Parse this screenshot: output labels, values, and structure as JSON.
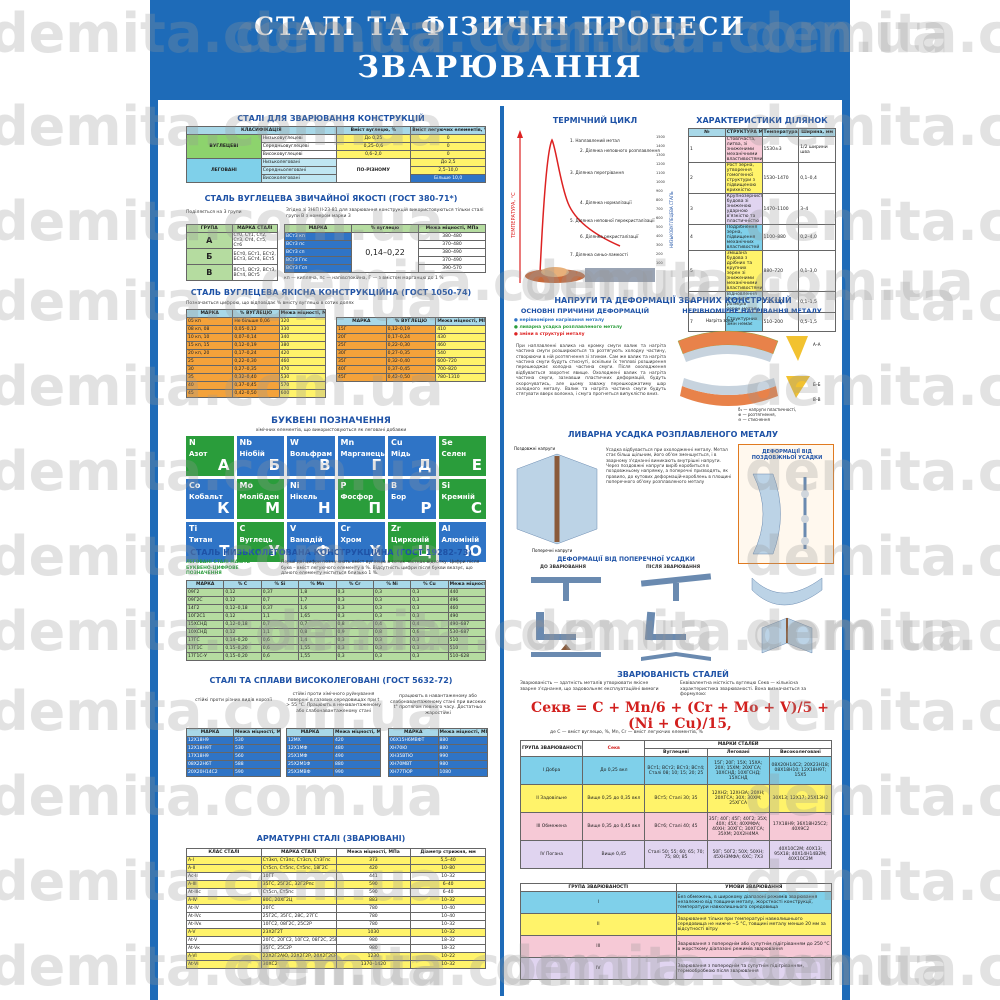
{
  "watermark": "demita.com.ua",
  "title": {
    "line1": "СТАЛІ ТА ФІЗИЧНІ ПРОЦЕСИ",
    "line2": "ЗВАРЮВАННЯ"
  },
  "left": {
    "s1": {
      "title": "СТАЛІ ДЛЯ ЗВАРЮВАННЯ КОНСТРУКЦІЙ",
      "headers": [
        "КЛАСИФІКАЦІЯ",
        "Вміст вуглецю, %",
        "Вміст легуючих елементів, %"
      ],
      "group1": "ВУГЛЕЦЕВІ",
      "group2": "ЛЕГОВАНІ",
      "rows": [
        [
          "Низьковуглецеві",
          "До 0,25",
          "0"
        ],
        [
          "Середньовуглецеві",
          "0,25–0,6",
          "0"
        ],
        [
          "Високовуглецеві",
          "0,6–2,0",
          "0"
        ],
        [
          "Низьколеговані",
          "ПО-РІЗНОМУ",
          "До 2,5"
        ],
        [
          "Середньолеговані",
          "",
          "2,5–10,0"
        ],
        [
          "Високолеговані",
          "",
          "Більше 10,0"
        ]
      ]
    },
    "s2": {
      "title": "СТАЛЬ ВУГЛЕЦЕВА ЗВИЧАЙНОЇ ЯКОСТІ (ГОСТ 380-71*)",
      "note_left": "Поділяється на 3 групи",
      "note_right": "Згідно зі ЗНіП ІІ-23-81 для зварювання конструкцій використовуються тільки сталі групи В з номером марки 3",
      "h1": [
        "ГРУПА",
        "МАРКА СТАЛІ"
      ],
      "g": [
        [
          "А",
          "Ст0, Ст1, Ст2, Ст3, Ст4, Ст5, Ст6"
        ],
        [
          "Б",
          "БСт0, БСт1, БСт2, БСт3, БСт4, БСт5"
        ],
        [
          "В",
          "ВСт1, ВСт2, ВСт3, ВСт4, ВСт5"
        ]
      ],
      "h2": [
        "МАРКА",
        "% вуглецю",
        "Межа міцності, МПа"
      ],
      "marks": [
        "ВСт3 кп",
        "ВСт3 пс",
        "ВСт3 сп",
        "ВСт3 Гпс",
        "ВСт3 Гсп"
      ],
      "carbon": "0,14–0,22",
      "strength": [
        "380–480",
        "370–480",
        "380–490",
        "370–490",
        "390–570"
      ],
      "footnote": "кп — кипляча, пс — напівспокійна, Г — з вмістом марганцю до 1 %"
    },
    "s3": {
      "title": "СТАЛЬ ВУГЛЕЦЕВА ЯКІСНА КОНСТРУКЦІЙНА (ГОСТ 1050-74)",
      "note": "Позначається цифрою, що відповідає % вмісту вуглецю в сотих долях",
      "headers": [
        "МАРКА",
        "% ВУГЛЕЦЮ",
        "Межа міцності, МПа"
      ],
      "rowsA": [
        [
          "05 кп",
          "Не більше 0,06",
          "320"
        ],
        [
          "08 кп, 08",
          "0,05–0,12",
          "330"
        ],
        [
          "10 кп, 10",
          "0,07–0,14",
          "340"
        ],
        [
          "15 кп, 15",
          "0,12–0,19",
          "380"
        ],
        [
          "20 кп, 20",
          "0,17–0,24",
          "420"
        ],
        [
          "25",
          "0,22–0,30",
          "460"
        ],
        [
          "30",
          "0,27–0,35",
          "470"
        ],
        [
          "35",
          "0,32–0,40",
          "530"
        ],
        [
          "40",
          "0,37–0,45",
          "570"
        ],
        [
          "45",
          "0,42–0,50",
          "600"
        ]
      ],
      "rowsB": [
        [
          "15Г",
          "0,12–0,19",
          "410"
        ],
        [
          "20Г",
          "0,17–0,24",
          "430"
        ],
        [
          "25Г",
          "0,22–0,30",
          "460"
        ],
        [
          "30Г",
          "0,27–0,35",
          "540"
        ],
        [
          "35Г",
          "0,32–0,40",
          "600–720"
        ],
        [
          "40Г",
          "0,37–0,45",
          "700–820"
        ],
        [
          "45Г",
          "0,42–0,50",
          "780–1310"
        ]
      ]
    },
    "s4": {
      "title": "БУКВЕНІ ПОЗНАЧЕННЯ",
      "subtitle": "хімічних елементів, що використовуються як леговані добавки",
      "letters": [
        {
          "sym": "N",
          "name": "Азот",
          "cy": "А",
          "color": "#2a9d3b"
        },
        {
          "sym": "Nb",
          "name": "Ніобій",
          "cy": "Б",
          "color": "#2f74c6"
        },
        {
          "sym": "W",
          "name": "Вольфрам",
          "cy": "В",
          "color": "#2f74c6"
        },
        {
          "sym": "Mn",
          "name": "Марганець",
          "cy": "Г",
          "color": "#2f74c6"
        },
        {
          "sym": "Cu",
          "name": "Мідь",
          "cy": "Д",
          "color": "#2f74c6"
        },
        {
          "sym": "Se",
          "name": "Селен",
          "cy": "Е",
          "color": "#2a9d3b"
        },
        {
          "sym": "Co",
          "name": "Кобальт",
          "cy": "К",
          "color": "#2f74c6"
        },
        {
          "sym": "Mo",
          "name": "Молібден",
          "cy": "М",
          "color": "#2a9d3b"
        },
        {
          "sym": "Ni",
          "name": "Нікель",
          "cy": "Н",
          "color": "#2f74c6"
        },
        {
          "sym": "P",
          "name": "Фосфор",
          "cy": "П",
          "color": "#2a9d3b"
        },
        {
          "sym": "B",
          "name": "Бор",
          "cy": "Р",
          "color": "#2f74c6"
        },
        {
          "sym": "Si",
          "name": "Кремній",
          "cy": "С",
          "color": "#2a9d3b"
        },
        {
          "sym": "Ti",
          "name": "Титан",
          "cy": "Т",
          "color": "#2f74c6"
        },
        {
          "sym": "C",
          "name": "Вуглець",
          "cy": "У",
          "color": "#2a9d3b"
        },
        {
          "sym": "V",
          "name": "Ванадій",
          "cy": "Ф",
          "color": "#2f74c6"
        },
        {
          "sym": "Cr",
          "name": "Хром",
          "cy": "Х",
          "color": "#2f74c6"
        },
        {
          "sym": "Zr",
          "name": "Цирконій",
          "cy": "Ц",
          "color": "#2a9d3b"
        },
        {
          "sym": "Al",
          "name": "Алюміній",
          "cy": "Ю",
          "color": "#2f74c6"
        }
      ]
    },
    "s5": {
      "title": "СТАЛЬ НИЗЬКОЛЕГОВАНА КОНСТРУКЦІЙНА (ГОСТ 19282-73)",
      "tag": "ЛЕГОВАНІ СТАЛІ МАЮТЬ БУКВЕНО-ЦИФРОВЕ ПОЗНАЧЕННЯ",
      "note": "Перші дві цифри позначають вміст вуглецю в сотих частках відсотку. Цифри після букв – вміст легуючого елементу в %. Відсутність цифри після букви вказує, що даного елементу міститься близько 1 %.",
      "headers": [
        "МАРКА",
        "% C",
        "% Si",
        "% Mn",
        "% Cr",
        "% Ni",
        "% Cu",
        "Межа міцності, МПа"
      ],
      "rows": [
        [
          "09Г2",
          "0,12",
          "0,37",
          "1,8",
          "0,3",
          "0,3",
          "0,3",
          "440"
        ],
        [
          "09Г2С",
          "0,12",
          "0,7",
          "1,7",
          "0,3",
          "0,3",
          "0,3",
          "496"
        ],
        [
          "14Г2",
          "0,12–0,18",
          "0,37",
          "1,6",
          "0,3",
          "0,3",
          "0,3",
          "460"
        ],
        [
          "10Г2С1",
          "0,12",
          "1,1",
          "1,65",
          "0,3",
          "0,3",
          "0,3",
          "490"
        ],
        [
          "15ХСНД",
          "0,12–0,18",
          "0,7",
          "0,7",
          "0,8",
          "0,4",
          "0,4",
          "490–687"
        ],
        [
          "10ХСНД",
          "0,12",
          "1,1",
          "0,8",
          "0,9",
          "0,8",
          "0,6",
          "530–687"
        ],
        [
          "17ГС",
          "0,14–0,20",
          "0,6",
          "1,4",
          "0,3",
          "0,3",
          "0,3",
          "510"
        ],
        [
          "17Г1С",
          "0,15–0,20",
          "0,6",
          "1,55",
          "0,3",
          "0,3",
          "0,3",
          "510"
        ],
        [
          "17Г1С-У",
          "0,15–0,20",
          "0,6",
          "1,55",
          "0,3",
          "0,3",
          "0,3",
          "510–628"
        ]
      ]
    },
    "s6": {
      "title": "СТАЛІ ТА СПЛАВИ ВИСОКОЛЕГОВАНІ (ГОСТ 5632-72)",
      "d1": "стійкі проти різних видів корозії",
      "d2": "стійкі проти хімічного руйнування поверхні в газових середовищах при t > 55 °С. Працюють в ненавантаженому або слабонавантаженому стані",
      "d3": "працюють в навантаженому або слабонавантаженому стані при високих t° протягом певного часу. Достатньо жаростійкі",
      "h": [
        "МАРКА",
        "Межа міцності, МПа"
      ],
      "t1": [
        [
          "12Х18Н9",
          "530"
        ],
        [
          "12Х18Н9Т",
          "530"
        ],
        [
          "17Х18Н9",
          "560"
        ],
        [
          "08Х22Н6Т",
          "588"
        ],
        [
          "20Х20Н14С2",
          "590"
        ]
      ],
      "t2": [
        [
          "12МХ",
          "420"
        ],
        [
          "12Х1МФ",
          "480"
        ],
        [
          "25Х1МФ",
          "490"
        ],
        [
          "25Х2М1Ф",
          "880"
        ],
        [
          "25Х3МВФ",
          "990"
        ]
      ],
      "t3": [
        [
          "06Х15Н6МВФТ",
          "880"
        ],
        [
          "ХН70Ю",
          "880"
        ],
        [
          "ХН35ВТЮ",
          "990"
        ],
        [
          "ХН70МВТ",
          "980"
        ],
        [
          "ХН77ТЮР",
          "1080"
        ]
      ]
    },
    "s7": {
      "title": "АРМАТУРНІ СТАЛІ (ЗВАРЮВАНІ)",
      "headers": [
        "КЛАС СТАЛІ",
        "МАРКА СТАЛІ",
        "Межа міцності, МПа",
        "Діаметр стрижня, мм"
      ],
      "rows": [
        [
          "A-I",
          "Ст3кп, Ст3пс, Ст3сп, Ст3Гпс",
          "373",
          "5,5–40",
          "y"
        ],
        [
          "A-II",
          "Ст5сп, Ст5пс, Ст5пс, 18Г2С",
          "420",
          "10–80",
          "y"
        ],
        [
          "Ac-II",
          "10ГТ",
          "441",
          "10–32",
          "w"
        ],
        [
          "A-III",
          "35ГС, 25Г2С, 32Г2Рпс",
          "590",
          "6–40",
          "y"
        ],
        [
          "At-IIIc",
          "Ст5сп, Ст5пс",
          "590",
          "6–40",
          "w"
        ],
        [
          "A-IV",
          "80С, 20ХГ2Ц",
          "883",
          "10–32",
          "y"
        ],
        [
          "At-IV",
          "20ГС",
          "780",
          "10–40",
          "w"
        ],
        [
          "At-IVc",
          "25Г2С, 35ГС, 28С, 27ГС",
          "780",
          "10–40",
          "w"
        ],
        [
          "At-IVк",
          "10ГС2, 08Г2С, 25С2Р",
          "780",
          "10–32",
          "w"
        ],
        [
          "A-V",
          "23Х2Г2Т",
          "1030",
          "10–32",
          "y"
        ],
        [
          "At-V",
          "20ГС, 20ГС2, 10ГС2, 08Г2С, 25Г2С, 28С та ін.",
          "980",
          "18–32",
          "w"
        ],
        [
          "At-Vк",
          "35ГС, 25С2Р",
          "980",
          "18–32",
          "w"
        ],
        [
          "A-VI",
          "22Х2Г2АЮ, 22Х2Г2Р, 20Х2Г2СР",
          "1230",
          "10–22",
          "y"
        ],
        [
          "At-VI",
          "30ХС2",
          "1370–1420",
          "10–32",
          "y"
        ]
      ]
    }
  },
  "right": {
    "thermal": {
      "title": "ТЕРМІЧНИЙ ЦИКЛ",
      "y_axis": "ТЕМПЕРАТУРА, °С",
      "labels": [
        "1. Наплавлений метал",
        "2. Ділянка неповного розплавлення",
        "3. Ділянка перегрівання",
        "4. Ділянка нормалізації",
        "5. Ділянка неповної перекристалізації",
        "6. Ділянка рекристалізації",
        "7. Ділянка синьо-ламкості"
      ],
      "ticks": [
        "1500",
        "1400",
        "1300",
        "1200",
        "1100",
        "1000",
        "900",
        "800",
        "700",
        "600",
        "500",
        "400",
        "300",
        "200",
        "100"
      ],
      "side_label": "НИЗЬКОВУГЛЕЦЕВА СТАЛЬ"
    },
    "zones": {
      "title": "ХАРАКТЕРИСТИКИ ДІЛЯНОК",
      "headers": [
        "№",
        "СТРУКТУРА МЕТАЛУ",
        "Температура, °С",
        "Ширина, мм"
      ],
      "rows": [
        [
          "1",
          "Стовпчаста, литва, зі зниженими механічними властивостями",
          "1530±3",
          "1/2 ширини шва"
        ],
        [
          "2",
          "Рост зерна, утворення гомогенної структури з підвищеною крихкістю",
          "1530–1470",
          "0,1–0,4"
        ],
        [
          "3",
          "Крупнозерниста будова зі зниженою ударною в'язкістю та пластичністю",
          "1470–1100",
          "3–4"
        ],
        [
          "4",
          "Подрібнення зерна, підвищення механічних властивостей",
          "1100–880",
          "0,2–4,0"
        ],
        [
          "5",
          "Змішана будова з дрібних та крупних зерен зі зниженими механічними властивостями",
          "880–720",
          "0,1–3,0"
        ],
        [
          "6",
          "Відновлення форми та розмірів зерен металу",
          "720–510",
          "0,1–1,5"
        ],
        [
          "7",
          "Структурних змін немає",
          "510–200",
          "0,5–1,5"
        ]
      ]
    },
    "stress": {
      "title": "НАПРУГИ ТА ДЕФОРМАЦІЇ ЗВАРНИХ КОНСТРУКЦІЙ",
      "causes_title": "ОСНОВНІ ПРИЧИНИ ДЕФОРМАЦІЙ",
      "causes": [
        "нерівномірне нагрівання металу",
        "ливарна усадка розплавленого металу",
        "зміни в структурі металу"
      ],
      "heating_title": "НЕРІВНОМІРНЕ НАГРІВАННЯ МЕТАЛУ",
      "heat_zone": "Нагріта зона",
      "text": "При наплавленні валика на кромку смуги валик та нагріта частина смуги розширюються та розтягують холодну частину, створюючи в ній розтягнення зі згином. Сам же валик та нагріта частина смуги будуть стиснуті, оскільки їх теплові розширення перешкоджає холодна частина смуги. Після охолодження відбувається зворотнє явище. Охолоджені валик та нагріта частина смуги, зазнавши пластичних деформацій, будуть скорочуватись, але цьому заважу перешкоджатиму шар холодного металу. Валик та нагріта частина смуги будуть стягувати вверх волокна, і смуга прогнеться випуклістю вниз.",
      "legend": [
        "δ₁ — напруги пластичності,",
        "⊕ — розтягнення,",
        "⊖ — стиснення"
      ],
      "ab": [
        "А–А",
        "Б–Б",
        "В–В"
      ]
    },
    "shrink": {
      "title": "ЛИВАРНА УСАДКА РОЗПЛАВЛЕНОГО МЕТАЛУ",
      "long": "Поздовжні напруги",
      "cross": "Поперечні напруги",
      "text": "Усадка відбувається при охолодженні металу. Метал стає більш щільним, його об'єм зменшується, і в зварному з'єднанні виникають внутрішні напруги. Через поздовжні напруги виріб коробиться в поздовжньому напрямку, а поперечні призводять, як правило, до кутових деформацій-короблень в площині поперечного об'єму розплавленого металу",
      "long_def": "ДЕФОРМАЦІЇ ВІД ПОЗДОВЖНЬОЇ УСАДКИ",
      "cross_def": "ДЕФОРМАЦІЇ ВІД ПОПЕРЕЧНОЇ УСАДКИ",
      "before": "ДО ЗВАРЮВАННЯ",
      "after": "ПІСЛЯ ЗВАРЮВАННЯ"
    },
    "weldability": {
      "title": "ЗВАРЮВАНІСТЬ СТАЛЕЙ",
      "def1": "Зварюваність — здатність металів утворювати якісне зварне з'єднання, що задовольняє експлуатаційні вимоги",
      "def2": "Еквівалентна місткість вуглецю Секв — кількісна характеристика зварюваності. Вона визначається за формулою:",
      "formula": "Секв = C + Mn/6 + (Cr + Mo + V)/5 + (Ni + Cu)/15,",
      "formula_note": "де С — вміст вуглецю, %, Mn, Cr — вміст легуючих елементів, %",
      "headers": [
        "ГРУПА ЗВАРЮВАНОСТІ",
        "Секв",
        "МАРКИ СТАЛЕЙ",
        "Вуглецеві",
        "Леговані",
        "Високолеговані"
      ],
      "rows": [
        [
          "I Добра",
          "До 0,25 вкл",
          "ВСт1; ВСт2; ВСт3; ВСт4; Сталі 08; 10; 15; 20; 25",
          "15Г; 20Г; 15Х; 15ХА; 20Х; 15ХМ; 20ХГСА; 10ХСНД; 10ХГСНД; 15ХСНД",
          "08Х20Н14С2; 20Х23Н18; 08Х18Н10; 12Х18Н9Т; 15Х5",
          "c"
        ],
        [
          "II Задовільне",
          "Вище 0,25 до 0,35 вкл",
          "ВСт5; Сталі 30; 35",
          "12ХН2; 12ХН3А; 20ХН; 20ХГСА; 30Х; 30ХМ; 25ХГСА",
          "30Х13; 12Х17; 25Х13Н2",
          "y"
        ],
        [
          "III Обмежена",
          "Вище 0,35 до 0,45 вкл",
          "ВСт6; Сталі 40; 45",
          "35Г; 40Г; 45Г; 40Г2; 35Х; 40Х; 45Х; 40ХМФА; 40ХН; 30ХГС; 30ХГСА; 35ХМ; 20Х2Н4МА",
          "17Х18Н9; 36Х18Н25С2; 40Х9С2",
          "pk"
        ],
        [
          "IV Погана",
          "Вище 0,45",
          "Сталі 50; 55; 60; 65; 70; 75; 80; 85",
          "50Г; 50Г2; 50Х; 50ХН; 45ХН3МФА; 6ХС; 7Х3",
          "40Х10С2М; 40Х13; 95Х18; 40Х14Н14В2М; 40Х10С2М",
          "lv"
        ]
      ],
      "cond_headers": [
        "ГРУПА ЗВАРЮВАНОСТІ",
        "УМОВИ ЗВАРЮВАННЯ"
      ],
      "cond": [
        [
          "I",
          "Без обмежень, в широкому діапазоні режимів зварювання незалежно від товщини металу, жорсткості конструкції, температури навколишнього середовища",
          "c"
        ],
        [
          "II",
          "Зварювання тільки при температурі навколишнього середовища не нижче −5 °С, товщині металу менше 20 мм за відсутності вітру",
          "y"
        ],
        [
          "III",
          "Зварювання з попереднім або супутнім підігріванням до 250 °С в жорсткому діапазоні режимів зварювання",
          "pk"
        ],
        [
          "IV",
          "Зварювання з попереднім та супутнім підігріванням, термообробкою після зварювання",
          "lv"
        ]
      ]
    }
  }
}
